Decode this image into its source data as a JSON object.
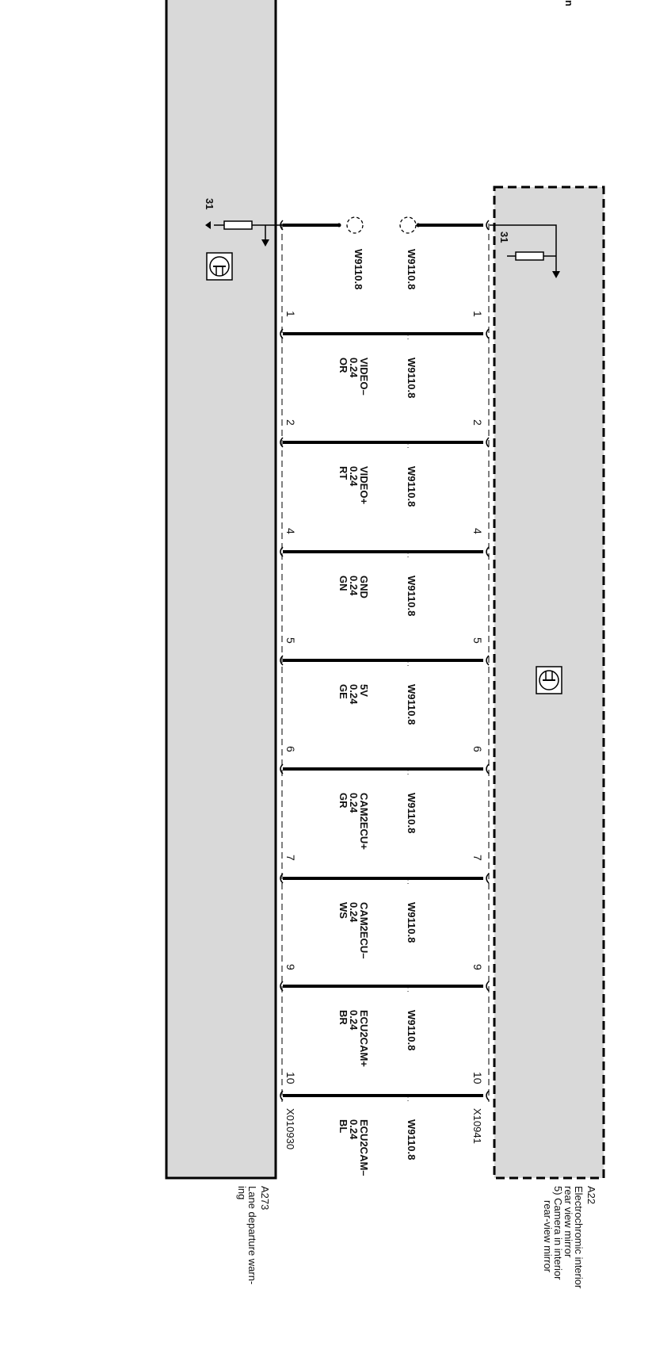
{
  "corner_text": "n",
  "module_top": {
    "id": "A22",
    "desc_lines": [
      "Electrochromic interior",
      "rear view mirror",
      "5) Camera in interior",
      "rear-view mirror"
    ],
    "connector": "X10941",
    "ground": "31",
    "icon": "transistor-icon"
  },
  "module_bottom": {
    "id": "A273",
    "desc_lines": [
      "Lane departure warn-",
      "ing"
    ],
    "connector": "X010930",
    "ground": "31",
    "icon": "transistor-icon"
  },
  "wires": [
    {
      "pin_a": "1",
      "pin_b": "1",
      "wire": "W9110.8",
      "wire_b": "W9110.8",
      "sig": "",
      "cross": "",
      "color": ""
    },
    {
      "pin_a": "2",
      "pin_b": "2",
      "wire": "W9110.8",
      "sig": "VIDEO–",
      "cross": "0.24",
      "color": "OR"
    },
    {
      "pin_a": "4",
      "pin_b": "4",
      "wire": "W9110.8",
      "sig": "VIDEO+",
      "cross": "0.24",
      "color": "RT"
    },
    {
      "pin_a": "5",
      "pin_b": "5",
      "wire": "W9110.8",
      "sig": "GND",
      "cross": "0.24",
      "color": "GN"
    },
    {
      "pin_a": "6",
      "pin_b": "6",
      "wire": "W9110.8",
      "sig": "5V",
      "cross": "0.24",
      "color": "GE"
    },
    {
      "pin_a": "7",
      "pin_b": "7",
      "wire": "W9110.8",
      "sig": "CAM2ECU+",
      "cross": "0.24",
      "color": "GR"
    },
    {
      "pin_a": "9",
      "pin_b": "9",
      "wire": "W9110.8",
      "sig": "CAM2ECU–",
      "cross": "0.24",
      "color": "WS"
    },
    {
      "pin_a": "10",
      "pin_b": "10",
      "wire": "W9110.8",
      "sig": "ECU2CAM+",
      "cross": "0.24",
      "color": "BR"
    },
    {
      "pin_a": "",
      "pin_b": "",
      "wire": "W9110.8",
      "sig": "ECU2CAM–",
      "cross": "0.24",
      "color": "BL"
    }
  ]
}
